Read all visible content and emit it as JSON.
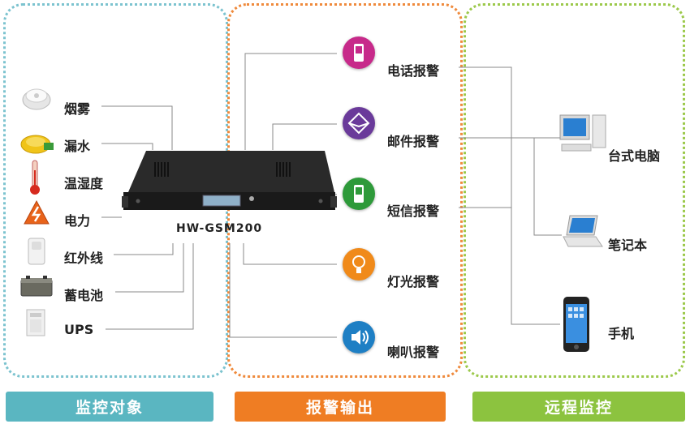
{
  "monitor_objects": [
    "烟雾",
    "漏水",
    "温湿度",
    "电力",
    "红外线",
    "蓄电池",
    "UPS"
  ],
  "device_model": "HW-GSM200",
  "alarm_outputs": [
    "电话报警",
    "邮件报警",
    "短信报警",
    "灯光报警",
    "喇叭报警"
  ],
  "remote_devices": [
    "台式电脑",
    "笔记本",
    "手机"
  ],
  "sections": [
    "监控对象",
    "报警输出",
    "远程监控"
  ],
  "colors": {
    "monitor": "#5ab6c1",
    "alarm": "#ef7d23",
    "remote": "#8cc33f"
  }
}
